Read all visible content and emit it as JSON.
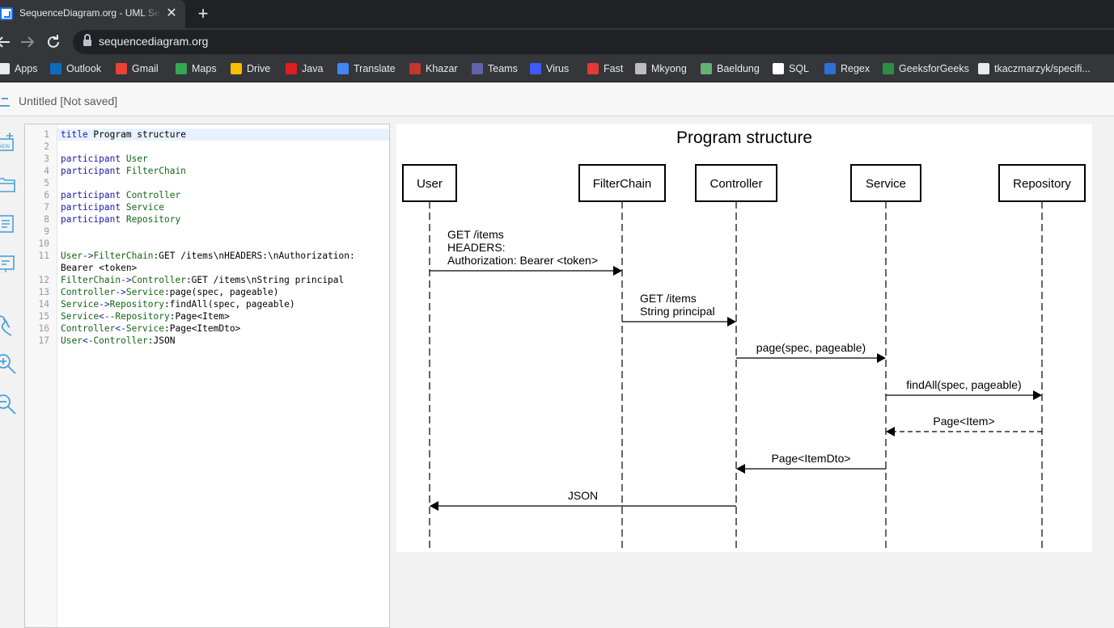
{
  "browser": {
    "tab_title": "SequenceDiagram.org - UML Sequence Diagram",
    "tab_close": "✕",
    "new_tab": "+",
    "url": "sequencediagram.org",
    "bookmarks": [
      {
        "label": "Apps",
        "icon": "apps-icon",
        "color": "#e8eaed"
      },
      {
        "label": "Outlook",
        "icon": "outlook-icon",
        "color": "#0f6cbd"
      },
      {
        "label": "Gmail",
        "icon": "gmail-icon",
        "color": "#ea4335"
      },
      {
        "label": "Maps",
        "icon": "maps-icon",
        "color": "#34a853"
      },
      {
        "label": "Drive",
        "icon": "drive-icon",
        "color": "#fbbc04"
      },
      {
        "label": "Java",
        "icon": "java-icon",
        "color": "#e11b22"
      },
      {
        "label": "Translate",
        "icon": "translate-icon",
        "color": "#4285f4"
      },
      {
        "label": "Khazar",
        "icon": "khazar-icon",
        "color": "#c0392b"
      },
      {
        "label": "Teams",
        "icon": "teams-icon",
        "color": "#6264a7"
      },
      {
        "label": "Virus",
        "icon": "virus-icon",
        "color": "#3d5afe"
      },
      {
        "label": "Fast",
        "icon": "fast-icon",
        "color": "#e53935"
      },
      {
        "label": "Mkyong",
        "icon": "mkyong-icon",
        "color": "#bdbdbd"
      },
      {
        "label": "Baeldung",
        "icon": "baeldung-icon",
        "color": "#63b175"
      },
      {
        "label": "SQL",
        "icon": "sql-icon",
        "color": "#ffffff"
      },
      {
        "label": "Regex",
        "icon": "regex-icon",
        "color": "#2f6fd6"
      },
      {
        "label": "GeeksforGeeks",
        "icon": "geeksforgeeks-icon",
        "color": "#2f8d46"
      },
      {
        "label": "tkaczmarzyk/specifi...",
        "icon": "github-icon",
        "color": "#e8eaed"
      }
    ]
  },
  "app": {
    "doc_title": "Untitled [Not saved]",
    "rail_icons": [
      "new-diagram-icon",
      "open-folder-icon",
      "document-icon",
      "presentation-icon",
      "share-icon",
      "zoom-in-icon",
      "zoom-out-icon"
    ]
  },
  "editor": {
    "lines": [
      {
        "n": "1",
        "segs": [
          {
            "t": "title",
            "c": "kw"
          },
          {
            "t": " Program structure",
            "c": "op"
          }
        ]
      },
      {
        "n": "2",
        "segs": []
      },
      {
        "n": "3",
        "segs": [
          {
            "t": "participant",
            "c": "kw"
          },
          {
            "t": " User",
            "c": "nm"
          }
        ]
      },
      {
        "n": "4",
        "segs": [
          {
            "t": "participant",
            "c": "kw"
          },
          {
            "t": " FilterChain",
            "c": "nm"
          }
        ]
      },
      {
        "n": "5",
        "segs": []
      },
      {
        "n": "6",
        "segs": [
          {
            "t": "participant",
            "c": "kw"
          },
          {
            "t": " Controller",
            "c": "nm"
          }
        ]
      },
      {
        "n": "7",
        "segs": [
          {
            "t": "participant",
            "c": "kw"
          },
          {
            "t": " Service",
            "c": "nm"
          }
        ]
      },
      {
        "n": "8",
        "segs": [
          {
            "t": "participant",
            "c": "kw"
          },
          {
            "t": " Repository",
            "c": "nm"
          }
        ]
      },
      {
        "n": "9",
        "segs": []
      },
      {
        "n": "10",
        "segs": []
      },
      {
        "n": "11",
        "segs": [
          {
            "t": "User",
            "c": "nm"
          },
          {
            "t": "->",
            "c": "kw"
          },
          {
            "t": "FilterChain",
            "c": "nm"
          },
          {
            "t": ":GET /items\\nHEADERS:\\nAuthorization:",
            "c": "op"
          }
        ]
      },
      {
        "n": "",
        "segs": [
          {
            "t": "Bearer <token>",
            "c": "op"
          }
        ]
      },
      {
        "n": "12",
        "segs": [
          {
            "t": "FilterChain",
            "c": "nm"
          },
          {
            "t": "->",
            "c": "kw"
          },
          {
            "t": "Controller",
            "c": "nm"
          },
          {
            "t": ":GET /items\\nString principal",
            "c": "op"
          }
        ]
      },
      {
        "n": "13",
        "segs": [
          {
            "t": "Controller",
            "c": "nm"
          },
          {
            "t": "->",
            "c": "kw"
          },
          {
            "t": "Service",
            "c": "nm"
          },
          {
            "t": ":page(spec, pageable)",
            "c": "op"
          }
        ]
      },
      {
        "n": "14",
        "segs": [
          {
            "t": "Service",
            "c": "nm"
          },
          {
            "t": "->",
            "c": "kw"
          },
          {
            "t": "Repository",
            "c": "nm"
          },
          {
            "t": ":findAll(spec, pageable)",
            "c": "op"
          }
        ]
      },
      {
        "n": "15",
        "segs": [
          {
            "t": "Service",
            "c": "nm"
          },
          {
            "t": "<--",
            "c": "kw"
          },
          {
            "t": "Repository",
            "c": "nm"
          },
          {
            "t": ":Page<Item>",
            "c": "op"
          }
        ]
      },
      {
        "n": "16",
        "segs": [
          {
            "t": "Controller",
            "c": "nm"
          },
          {
            "t": "<-",
            "c": "kw"
          },
          {
            "t": "Service",
            "c": "nm"
          },
          {
            "t": ":Page<ItemDto>",
            "c": "op"
          }
        ]
      },
      {
        "n": "17",
        "segs": [
          {
            "t": "User",
            "c": "nm"
          },
          {
            "t": "<-",
            "c": "kw"
          },
          {
            "t": "Controller",
            "c": "nm"
          },
          {
            "t": ":JSON",
            "c": "op"
          }
        ]
      }
    ]
  },
  "diagram": {
    "title": "Program structure",
    "participants": [
      "User",
      "FilterChain",
      "Controller",
      "Service",
      "Repository"
    ],
    "messages": [
      {
        "from": "User",
        "to": "FilterChain",
        "lines": [
          "GET /items",
          "HEADERS:",
          "Authorization: Bearer <token>"
        ],
        "style": "solid"
      },
      {
        "from": "FilterChain",
        "to": "Controller",
        "lines": [
          "GET /items",
          "String principal"
        ],
        "style": "solid"
      },
      {
        "from": "Controller",
        "to": "Service",
        "lines": [
          "page(spec, pageable)"
        ],
        "style": "solid"
      },
      {
        "from": "Service",
        "to": "Repository",
        "lines": [
          "findAll(spec, pageable)"
        ],
        "style": "solid"
      },
      {
        "from": "Repository",
        "to": "Service",
        "lines": [
          "Page<Item>"
        ],
        "style": "dashed"
      },
      {
        "from": "Service",
        "to": "Controller",
        "lines": [
          "Page<ItemDto>"
        ],
        "style": "solid"
      },
      {
        "from": "Controller",
        "to": "User",
        "lines": [
          "JSON"
        ],
        "style": "solid"
      }
    ]
  }
}
